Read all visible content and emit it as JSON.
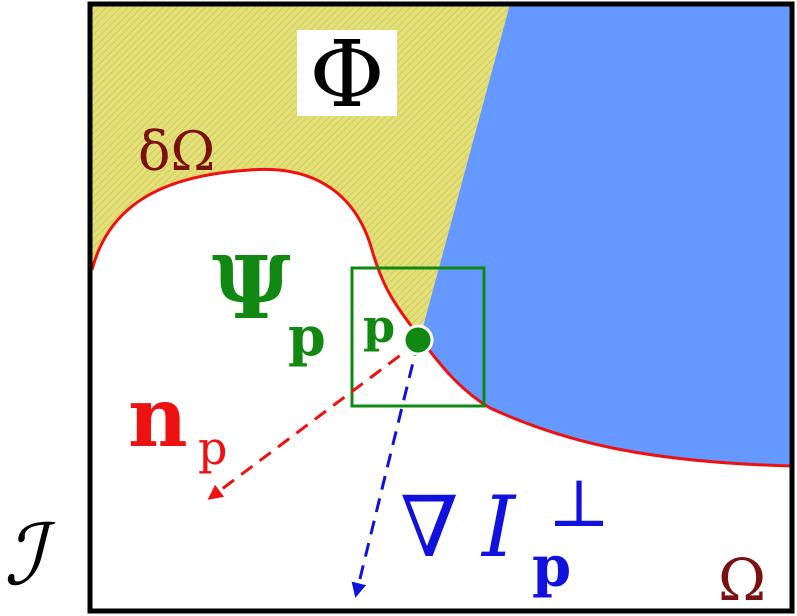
{
  "labels": {
    "phi": "Φ",
    "delta_omega": "δΩ",
    "psi": "Ψ",
    "psi_sub": "p",
    "point": "p",
    "normal": "n",
    "normal_sub": "p",
    "nabla": "∇",
    "grad_symbol": "I",
    "grad_sub": "p",
    "grad_sup": "⊥",
    "omega": "Ω",
    "image": "ℐ"
  },
  "colors": {
    "hatched_region": "#e3e07c",
    "hatch_line": "#cfc84a",
    "blue_region": "#6699ff",
    "boundary": "#ee1111",
    "patch_and_point": "#118811",
    "normal_arrow": "#ee1111",
    "gradient_arrow": "#1111dd",
    "omega_label": "#7a1010",
    "delta_omega_label": "#7a1010",
    "frame": "#000000"
  }
}
